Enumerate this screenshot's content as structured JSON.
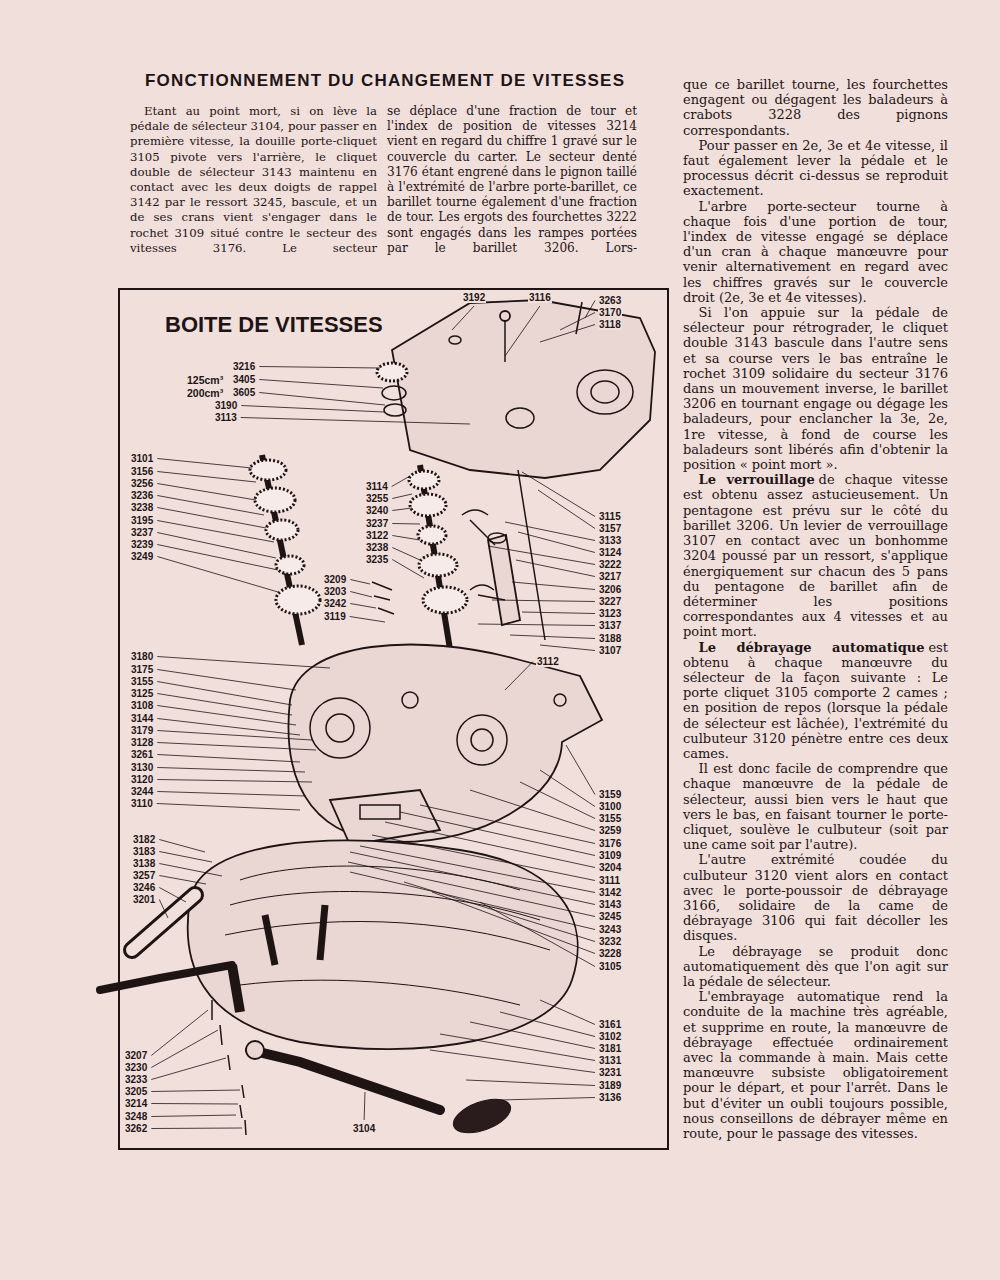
{
  "diagram": {
    "title": "FONCTIONNEMENT DU CHANGEMENT DE VITESSES",
    "nodes": [
      {
        "text": [
          "BOITE DE VITESSES"
        ]
      }
    ],
    "labels": [
      "Etant au point mort, si on lève la pédale de sélecteur 3104, pour passer en première vitesse, la douille porte-cliquet 3105 pivote vers l'arrière, le cliquet double de sélecteur 3143 maintenu en contact avec les deux doigts de rappel 3142 par le ressort 3245, bascule, et un de ses crans vient s'engager dans le rochet 3109 situé contre le secteur des vitesses 3176. Le secteur",
      "se déplace d'une fraction de tour et l'index de position de vitesses 3214 vient en regard du chiffre 1 gravé sur le couvercle du carter. Le secteur denté 3176 étant engrené dans le pignon taillé à l'extrémité de l'arbre porte-barillet, ce barillet tourne également d'une fraction de tour. Les ergots des fourchettes 3222 sont engagés dans les rampes portées par le barillet 3206. Lors-",
      "que ce barillet tourne, les fourchettes engagent ou dégagent les baladeurs à crabots 3228 des pignons correspondants.",
      "Pour passer en 2e, 3e et 4e vitesse, il faut également lever la pédale et le processus décrit ci-dessus se reproduit exactement.",
      "L'arbre porte-secteur tourne à chaque fois d'une portion de tour, l'index de vitesse engagé se déplace d'un cran à chaque manœuvre pour venir alternativement en regard avec les chiffres gravés sur le couvercle droit (2e, 3e et 4e vitesses).",
      "Si l'on appuie sur la pédale de sélecteur pour rétrograder, le cliquet double 3143 bascule dans l'autre sens et sa course vers le bas entraîne le rochet 3109 solidaire du secteur 3176 dans un mouvement inverse, le barillet 3206 en tournant engage ou dégage les baladeurs, pour enclancher la 3e, 2e, 1re vitesse, à fond de course les baladeurs sont libérés afin d'obtenir la position « point mort ».",
      "Le verrouillage",
      "de chaque vitesse est obtenu assez astucieusement. Un pentagone est prévu sur le côté du barillet 3206. Un levier de verrouillage 3107 en contact avec un bonhomme 3204 poussé par un ressort, s'applique énergiquement sur chacun des 5 pans du pentagone de barillet afin de déterminer les positions correspondantes aux 4 vitesses et au point mort.",
      "Le débrayage automatique",
      "est obtenu à chaque manœuvre du sélecteur de la façon suivante : Le porte cliquet 3105 comporte 2 cames ; en position de repos (lorsque la pédale de sélecteur est lâchée), l'extrémité du culbuteur 3120 pénètre entre ces deux cames.",
      "Il est donc facile de comprendre que chaque manœuvre de la pédale de sélecteur, aussi bien vers le haut que vers le bas, en faisant tourner le porte-cliquet, soulève le culbuteur (soit par une came soit par l'autre).",
      "L'autre extrémité coudée du culbuteur 3120 vient alors en contact avec le porte-poussoir de débrayage 3166, solidaire de la came de débrayage 3106 qui fait décoller les disques.",
      "Le débrayage se produit donc automatiquement dès que l'on agit sur la pédale de sélecteur.",
      "L'embrayage automatique rend la conduite de la machine très agréable, et supprime en route, la manœuvre de débrayage effectuée ordinairement avec la commande à main. Mais cette manœuvre subsiste obligatoirement pour le départ, et pour l'arrêt. Dans le but d'éviter un oubli toujours possible, nous conseillons de débrayer même en route, pour le passage des vitesses.",
      "125cm³",
      "200cm³",
      "3192",
      "3116",
      "3263",
      "3170",
      "3118",
      "3216",
      "3405",
      "3605",
      "3190",
      "3113",
      "3101",
      "3156",
      "3256",
      "3236",
      "3238",
      "3195",
      "3237",
      "3239",
      "3249",
      "3114",
      "3255",
      "3240",
      "3237",
      "3122",
      "3238",
      "3235",
      "3209",
      "3203",
      "3242",
      "3119",
      "3115",
      "3157",
      "3133",
      "3124",
      "3222",
      "3217",
      "3206",
      "3227",
      "3123",
      "3137",
      "3188",
      "3107",
      "3180",
      "3175",
      "3155",
      "3125",
      "3108",
      "3144",
      "3179",
      "3128",
      "3261",
      "3130",
      "3120",
      "3244",
      "3110",
      "3112",
      "3159",
      "3100",
      "3155",
      "3259",
      "3176",
      "3109",
      "3204",
      "3111",
      "3142",
      "3143",
      "3245",
      "3243",
      "3232",
      "3228",
      "3105",
      "3182",
      "3183",
      "3138",
      "3257",
      "3246",
      "3201",
      "3161",
      "3102",
      "3181",
      "3131",
      "3231",
      "3189",
      "3136",
      "3207",
      "3230",
      "3233",
      "3205",
      "3214",
      "3248",
      "3262",
      "3104"
    ]
  }
}
